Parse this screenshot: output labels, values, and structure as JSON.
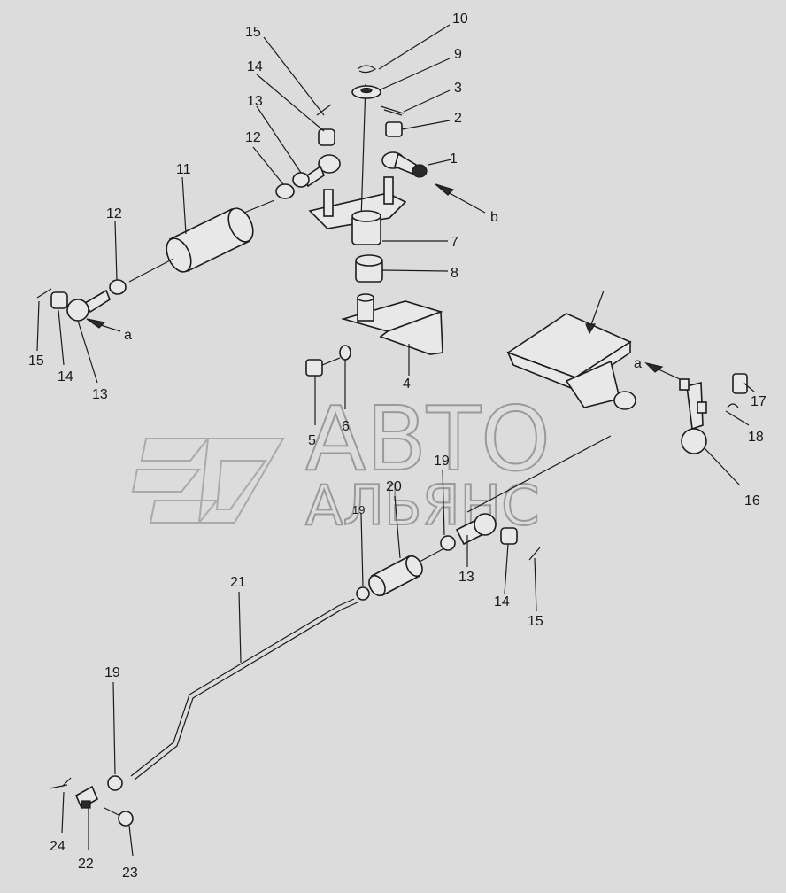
{
  "watermark": {
    "line1": "АВТО",
    "line2": "АЛЬЯНС"
  },
  "callouts": {
    "c1": "1",
    "c2": "2",
    "c3": "3",
    "c4": "4",
    "c5": "5",
    "c6": "6",
    "c7": "7",
    "c8": "8",
    "c9": "9",
    "c10": "10",
    "c11": "11",
    "c12a": "12",
    "c12b": "12",
    "c13a": "13",
    "c13b": "13",
    "c13c": "13",
    "c14a": "14",
    "c14b": "14",
    "c14c": "14",
    "c15a": "15",
    "c15b": "15",
    "c15c": "15",
    "c16": "16",
    "c17": "17",
    "c18": "18",
    "c19a": "19",
    "c19b": "19",
    "c19c": "19",
    "c20": "20",
    "c21": "21",
    "c22": "22",
    "c23": "23",
    "c24": "24",
    "ca1": "a",
    "ca2": "a",
    "cb": "b"
  },
  "colors": {
    "background": "#dcdcdc",
    "ink": "#1c1c1c",
    "watermark": "#9a9a9a"
  }
}
